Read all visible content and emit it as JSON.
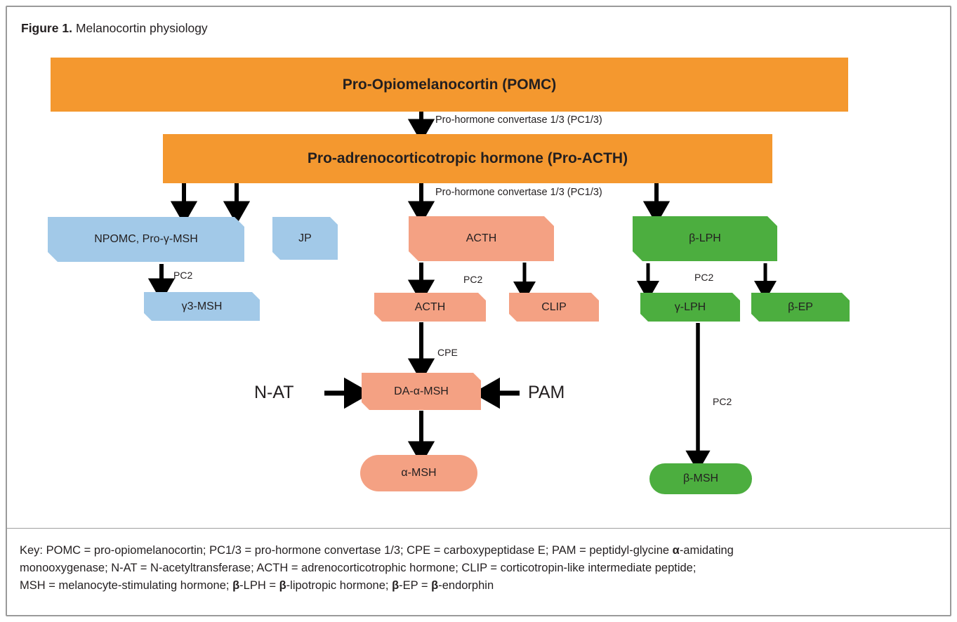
{
  "figure": {
    "label": "Figure 1.",
    "title": "Melanocortin physiology"
  },
  "colors": {
    "orange": "#f4982f",
    "blue": "#a2c9e8",
    "salmon": "#f4a183",
    "green": "#4cae3f",
    "border": "#9a9a9a",
    "text": "#231f20"
  },
  "nodes": {
    "pomc": "Pro-Opiomelanocortin (POMC)",
    "pro_acth": "Pro-adrenocorticotropic hormone (Pro-ACTH)",
    "npomc": "NPOMC, Pro-γ-MSH",
    "jp": "JP",
    "acth_big": "ACTH",
    "blph": "β-LPH",
    "g3msh": "γ3-MSH",
    "acth_small": "ACTH",
    "clip": "CLIP",
    "glph": "γ-LPH",
    "bep": "β-EP",
    "da_a_msh": "DA-α-MSH",
    "a_msh": "α-MSH",
    "b_msh": "β-MSH"
  },
  "edge_labels": {
    "pc13_top": "Pro-hormone convertase 1/3 (PC1/3)",
    "pc13_second": "Pro-hormone convertase 1/3 (PC1/3)",
    "pc2_npomc": "PC2",
    "pc2_acth": "PC2",
    "pc2_blph": "PC2",
    "cpe": "CPE",
    "pc2_glph": "PC2"
  },
  "side_labels": {
    "nat": "N-AT",
    "pam": "PAM"
  },
  "key": {
    "line1_a": "Key: POMC = pro-opiomelanocortin; PC1/3 = pro-hormone convertase 1/3; CPE = carboxypeptidase E; PAM = peptidyl-glycine ",
    "line1_b": "α",
    "line1_c": "-amidating",
    "line2": "monooxygenase; N-AT = N-acetyltransferase; ACTH = adrenocorticotrophic hormone; CLIP = corticotropin-like intermediate peptide;",
    "line3_a": "MSH = melanocyte-stimulating hormone; ",
    "line3_b": "β",
    "line3_c": "-LPH = ",
    "line3_d": "β",
    "line3_e": "-lipotropic hormone; ",
    "line3_f": "β",
    "line3_g": "-EP = ",
    "line3_h": "β",
    "line3_i": "-endorphin"
  }
}
